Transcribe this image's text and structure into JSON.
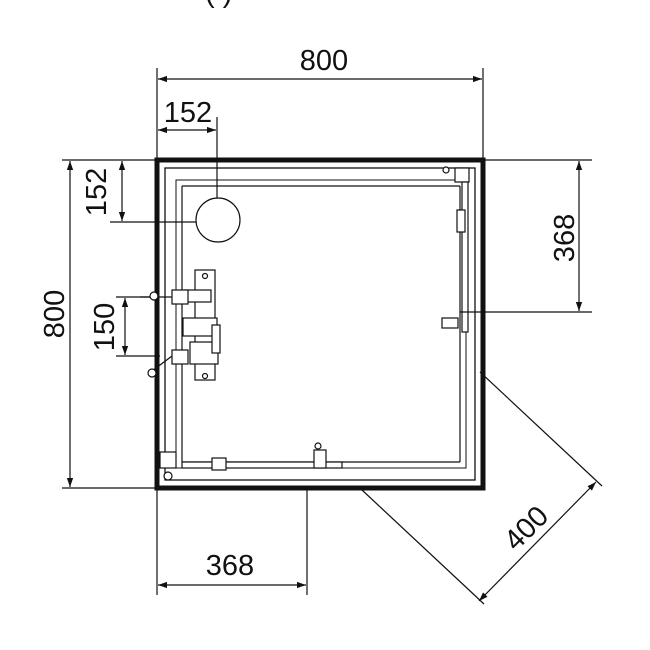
{
  "drawing": {
    "top_clipped_label": "(     )",
    "dimensions": {
      "outer_width": "800",
      "outer_height": "800",
      "drain_offset_x": "152",
      "drain_offset_y": "152",
      "door_hinge_right": "368",
      "door_hinge_bottom": "368",
      "fitting_spacing": "150",
      "door_opening_diagonal": "400"
    }
  }
}
